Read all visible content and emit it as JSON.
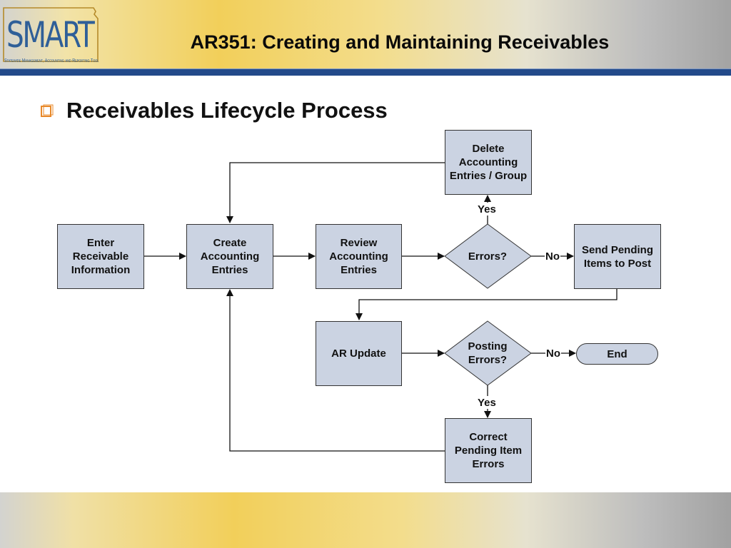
{
  "header": {
    "logo_text": "SMART",
    "logo_tagline": "Statewide Management, Accounting and Reporting Tool",
    "title": "AR351: Creating and Maintaining Receivables"
  },
  "section": {
    "heading": "Receivables Lifecycle Process"
  },
  "flowchart": {
    "nodes": {
      "enter_receivable": "Enter Receivable Information",
      "create_entries": "Create Accounting Entries",
      "review_entries": "Review Accounting Entries",
      "errors_decision": "Errors?",
      "send_pending": "Send Pending Items to Post",
      "delete_entries": "Delete Accounting Entries / Group",
      "ar_update": "AR Update",
      "posting_errors_decision": "Posting Errors?",
      "end": "End",
      "correct_errors": "Correct Pending Item Errors"
    },
    "edge_labels": {
      "errors_yes": "Yes",
      "errors_no": "No",
      "posting_no": "No",
      "posting_yes": "Yes"
    }
  },
  "colors": {
    "node_fill": "#cbd3e2",
    "header_rule": "#234a8a",
    "logo": "#2f5f98",
    "bullet": "#e8892a"
  }
}
